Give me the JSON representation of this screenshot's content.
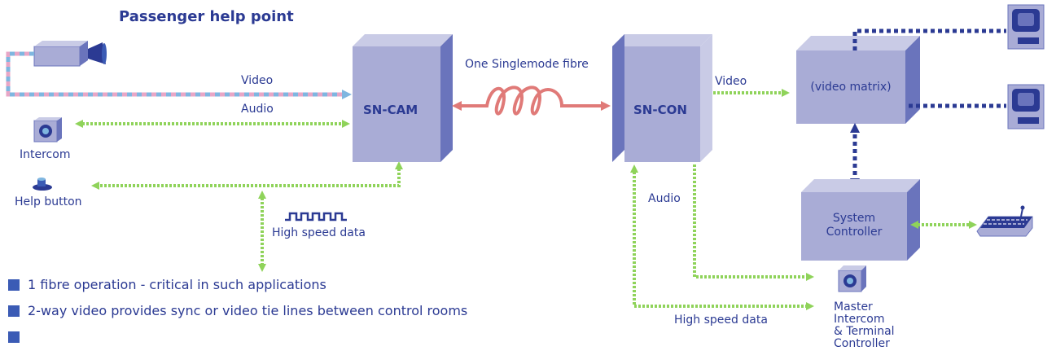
{
  "title": "Passenger help point",
  "labels": {
    "video_left": "Video",
    "audio_left": "Audio",
    "intercom": "Intercom",
    "help_button": "Help button",
    "high_speed_left": "High speed data",
    "fibre": "One Singlemode fibre",
    "video_right": "Video",
    "audio_right": "Audio",
    "high_speed_right": "High speed data",
    "master_1": "Master",
    "master_2": "Intercom",
    "master_3": "& Terminal",
    "master_4": "Controller"
  },
  "boxes": {
    "sn_cam": "SN-CAM",
    "sn_con": "SN-CON",
    "video_matrix": "(video matrix)",
    "system_controller_1": "System",
    "system_controller_2": "Controller"
  },
  "bullets": [
    "1 fibre operation - critical in such applications",
    "2-way video provides sync or video tie lines between control rooms",
    ""
  ],
  "colors": {
    "box_front": "#a9acd6",
    "box_side": "#6a74bc",
    "box_top": "#c9cbe6",
    "green_line": "#8fd35a",
    "navy": "#2b3a93",
    "fibre": "#e07a78",
    "video_cable_pink": "#e8a6c6",
    "video_cable_blue": "#7fb6e0"
  },
  "icons": [
    "camera-icon",
    "intercom-icon",
    "help-button-icon",
    "monitor-icon",
    "keyboard-icon"
  ]
}
